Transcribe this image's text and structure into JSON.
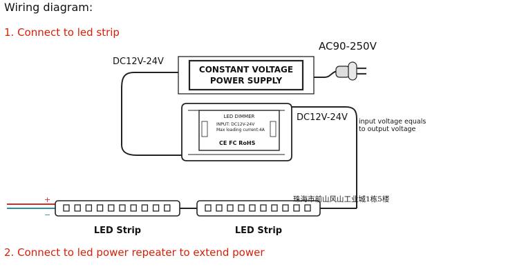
{
  "title": "Wiring diagram:",
  "steps": [
    "1. Connect to led strip",
    "2. Connect to led power repeater to extend power"
  ],
  "power_supply": {
    "line1": "CONSTANT VOLTAGE",
    "line2": "POWER SUPPLY",
    "input_label": "AC90-250V",
    "output_label": "DC12V-24V"
  },
  "dimmer": {
    "name": "LED DIMMER",
    "input_line": "INPUT:   DC12V-24V",
    "current_line": "Max loading current:4A",
    "marks": "CE FC RoHS",
    "output_label": "DC12V-24V",
    "note_line1": "input voltage equals",
    "note_line2": "to output voltage"
  },
  "wires": {
    "positive": "+",
    "negative": "−"
  },
  "strips": [
    {
      "label": "LED Strip",
      "led_count": 10
    },
    {
      "label": "LED Strip",
      "led_count": 10
    }
  ],
  "watermark": "珠海市前山风山工业城1栋5楼",
  "colors": {
    "step_text": "#d81e06",
    "positive_wire": "#d62a2a",
    "negative_wire": "#2a8fa0"
  }
}
